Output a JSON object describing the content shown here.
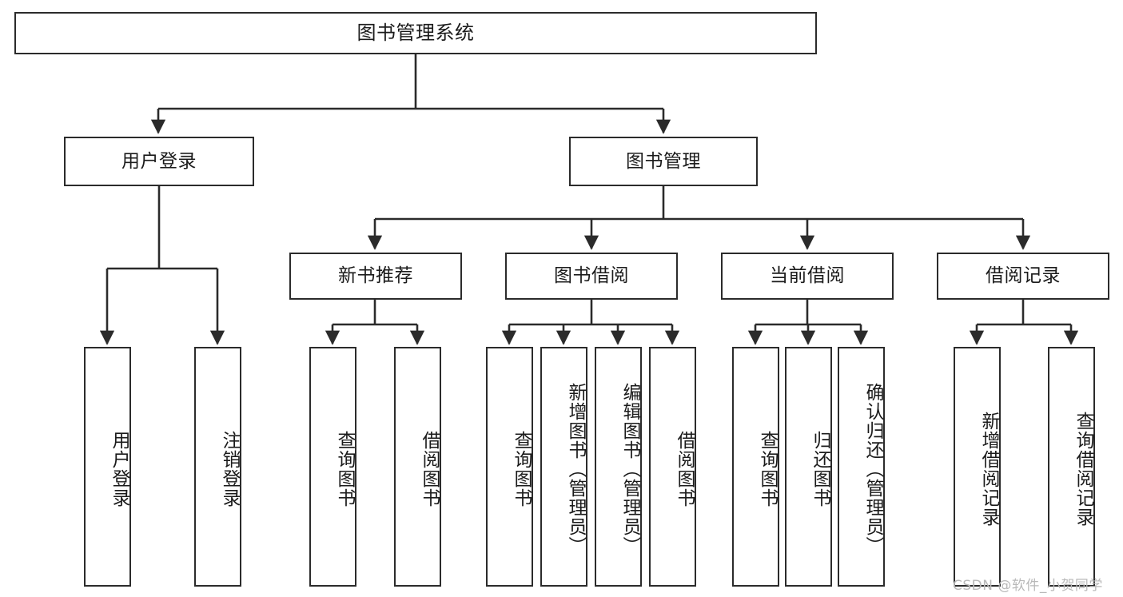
{
  "diagram": {
    "type": "tree",
    "orientation": "top-down",
    "root": {
      "label": "图书管理系统"
    },
    "level2": [
      {
        "label": "用户登录"
      },
      {
        "label": "图书管理"
      }
    ],
    "level3": [
      {
        "label": "新书推荐"
      },
      {
        "label": "图书借阅"
      },
      {
        "label": "当前借阅"
      },
      {
        "label": "借阅记录"
      }
    ],
    "leaves": {
      "user_login": [
        {
          "label": "用户登录"
        },
        {
          "label": "注销登录"
        }
      ],
      "new_book_recommend": [
        {
          "label": "查询图书"
        },
        {
          "label": "借阅图书"
        }
      ],
      "book_borrow": [
        {
          "label": "查询图书"
        },
        {
          "label": "新增图书（管理员）"
        },
        {
          "label": "编辑图书（管理员）"
        },
        {
          "label": "借阅图书"
        }
      ],
      "current_borrow": [
        {
          "label": "查询图书"
        },
        {
          "label": "归还图书"
        },
        {
          "label": "确认归还（管理员）"
        }
      ],
      "borrow_record": [
        {
          "label": "新增借阅记录"
        },
        {
          "label": "查询借阅记录"
        }
      ]
    }
  },
  "watermark": {
    "text": "CSDN @软件_小贺同学"
  },
  "colors": {
    "stroke": "#2b2b2b",
    "box_fill": "#ffffff",
    "text": "#1b1b1b",
    "watermark": "#b9b9b9",
    "background": "#ffffff"
  }
}
